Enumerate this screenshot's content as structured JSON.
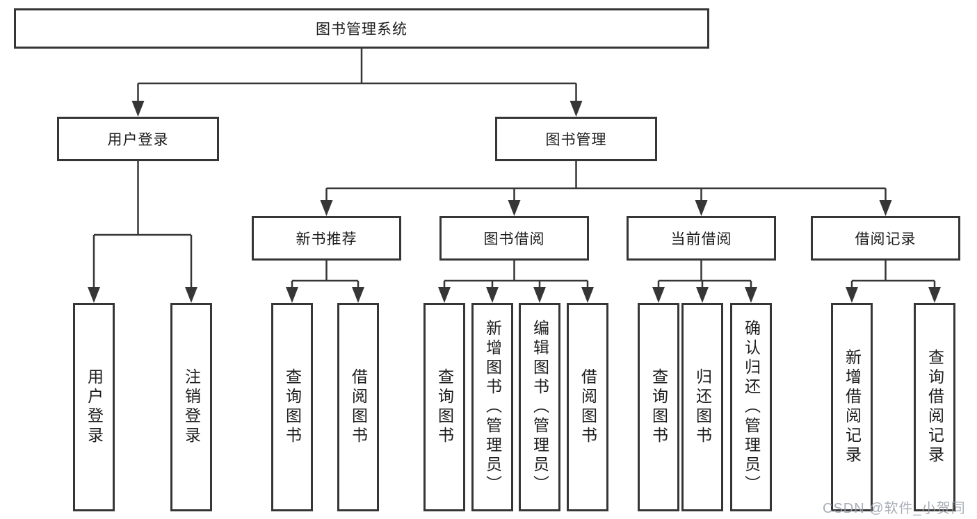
{
  "diagram": {
    "root": {
      "label": "图书管理系统"
    },
    "branches": [
      {
        "label": "用户登录",
        "children": [
          {
            "label": "用户登录"
          },
          {
            "label": "注销登录"
          }
        ]
      },
      {
        "label": "图书管理",
        "groups": [
          {
            "label": "新书推荐",
            "children": [
              {
                "label": "查询图书"
              },
              {
                "label": "借阅图书"
              }
            ]
          },
          {
            "label": "图书借阅",
            "children": [
              {
                "label": "查询图书"
              },
              {
                "label": "新增图书（管理员）"
              },
              {
                "label": "编辑图书（管理员）"
              },
              {
                "label": "借阅图书"
              }
            ]
          },
          {
            "label": "当前借阅",
            "children": [
              {
                "label": "查询图书"
              },
              {
                "label": "归还图书"
              },
              {
                "label": "确认归还（管理员）"
              }
            ]
          },
          {
            "label": "借阅记录",
            "children": [
              {
                "label": "新增借阅记录"
              },
              {
                "label": "查询借阅记录"
              }
            ]
          }
        ]
      }
    ],
    "line_color": "#363636",
    "watermark": "CSDN @软件_小贺同学"
  }
}
